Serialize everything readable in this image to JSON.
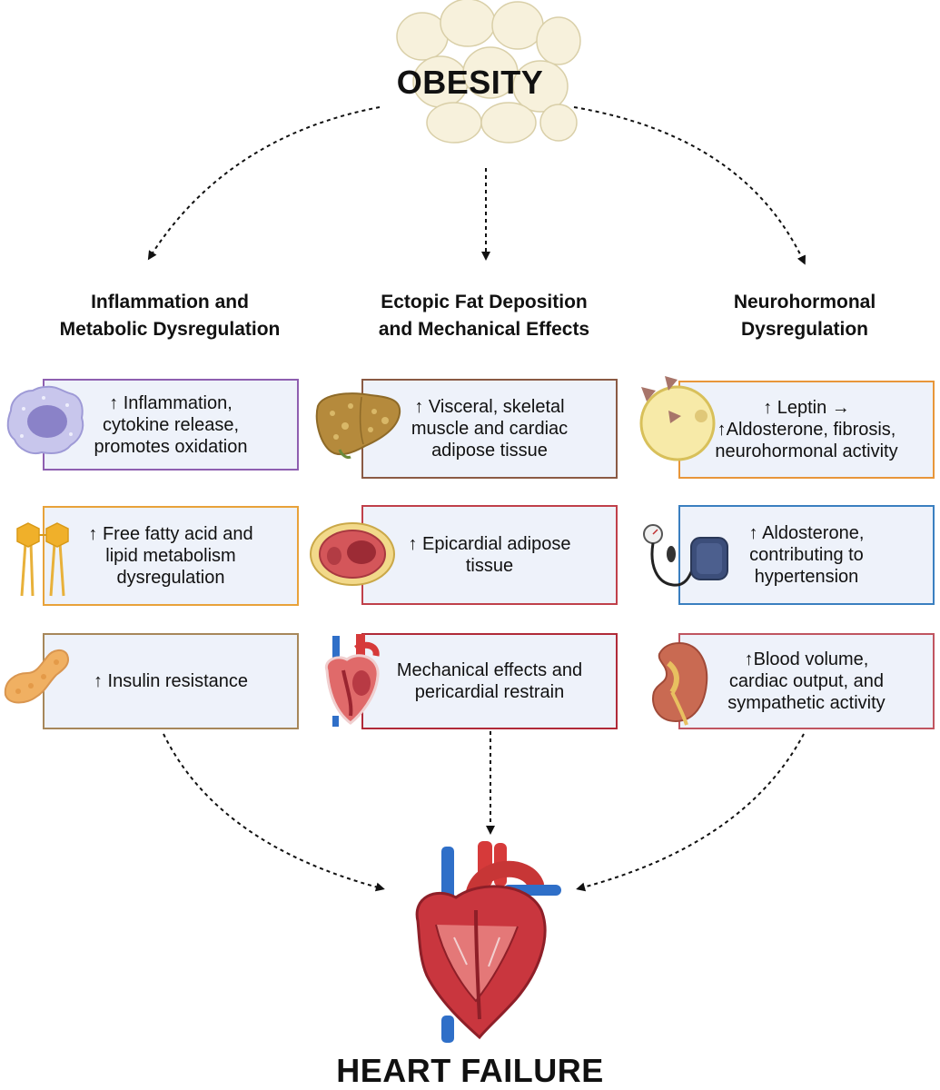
{
  "top_title": "OBESITY",
  "bottom_title": "HEART FAILURE",
  "columns": [
    {
      "heading": [
        "Inflammation and",
        "Metabolic Dysregulation"
      ],
      "boxes": [
        {
          "lines": [
            "↑ Inflammation,",
            "cytokine release,",
            "promotes oxidation"
          ],
          "border": "#8e5fb0",
          "icon": "macrophage-icon"
        },
        {
          "lines": [
            "↑ Free fatty acid and",
            "lipid metabolism",
            "dysregulation"
          ],
          "border": "#e8a23a",
          "icon": "phospholipid-icon"
        },
        {
          "lines": [
            "↑ Insulin resistance"
          ],
          "border": "#a7875a",
          "icon": "pancreas-icon"
        }
      ]
    },
    {
      "heading": [
        "Ectopic Fat Deposition",
        "and Mechanical Effects"
      ],
      "boxes": [
        {
          "lines": [
            "↑ Visceral, skeletal",
            "muscle and cardiac",
            "adipose tissue"
          ],
          "border": "#8a5a44",
          "icon": "fatty-liver-icon"
        },
        {
          "lines": [
            "↑ Epicardial adipose",
            "tissue"
          ],
          "border": "#c0404a",
          "icon": "heart-cross-section-icon"
        },
        {
          "lines": [
            "Mechanical effects and",
            "pericardial restrain"
          ],
          "border": "#b02a38",
          "icon": "heart-interior-icon"
        }
      ]
    },
    {
      "heading": [
        "Neurohormonal",
        "Dysregulation"
      ],
      "boxes": [
        {
          "lines": [
            "↑ Leptin →",
            "↑Aldosterone, fibrosis,",
            "neurohormonal activity"
          ],
          "border": "#e8963a",
          "icon": "adipocyte-leptin-icon"
        },
        {
          "lines": [
            "↑ Aldosterone,",
            "contributing to",
            "hypertension"
          ],
          "border": "#3a7fc0",
          "icon": "blood-pressure-cuff-icon"
        },
        {
          "lines": [
            "↑Blood volume,",
            "cardiac output, and",
            "sympathetic activity"
          ],
          "border": "#c05560",
          "icon": "kidney-icon"
        }
      ]
    }
  ]
}
